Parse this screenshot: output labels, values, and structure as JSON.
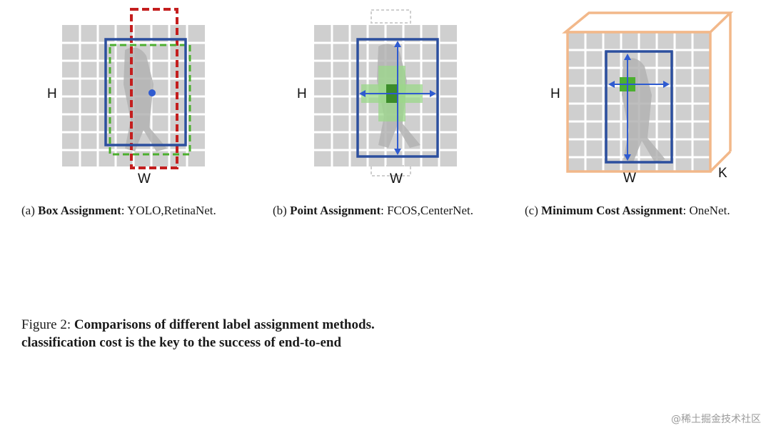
{
  "figure": {
    "panels": [
      {
        "id": "a",
        "axis_h": "H",
        "axis_w": "W",
        "caption_prefix": "(a) ",
        "caption_title": "Box Assignment",
        "caption_tail": ": YOLO,RetinaNet."
      },
      {
        "id": "b",
        "axis_h": "H",
        "axis_w": "W",
        "caption_prefix": "(b) ",
        "caption_title": "Point Assignment",
        "caption_tail": ": FCOS,CenterNet."
      },
      {
        "id": "c",
        "axis_h": "H",
        "axis_w": "W",
        "axis_k": "K",
        "caption_prefix": "(c) ",
        "caption_title": "Minimum Cost Assignment",
        "caption_tail": ": OneNet."
      }
    ],
    "main_caption": {
      "label": "Figure 2: ",
      "title": "Comparisons of different label assignment methods.",
      "key_phrase": "classification cost is the key to the success of end-to-end"
    },
    "watermark": "@稀土掘金技术社区"
  },
  "colors": {
    "gt_box": "#2c4f9e",
    "positive": "#4caf2f",
    "negative": "#c41e1e",
    "cost_box": "#f2b88a",
    "grid_bg": "#d4d4d4"
  }
}
